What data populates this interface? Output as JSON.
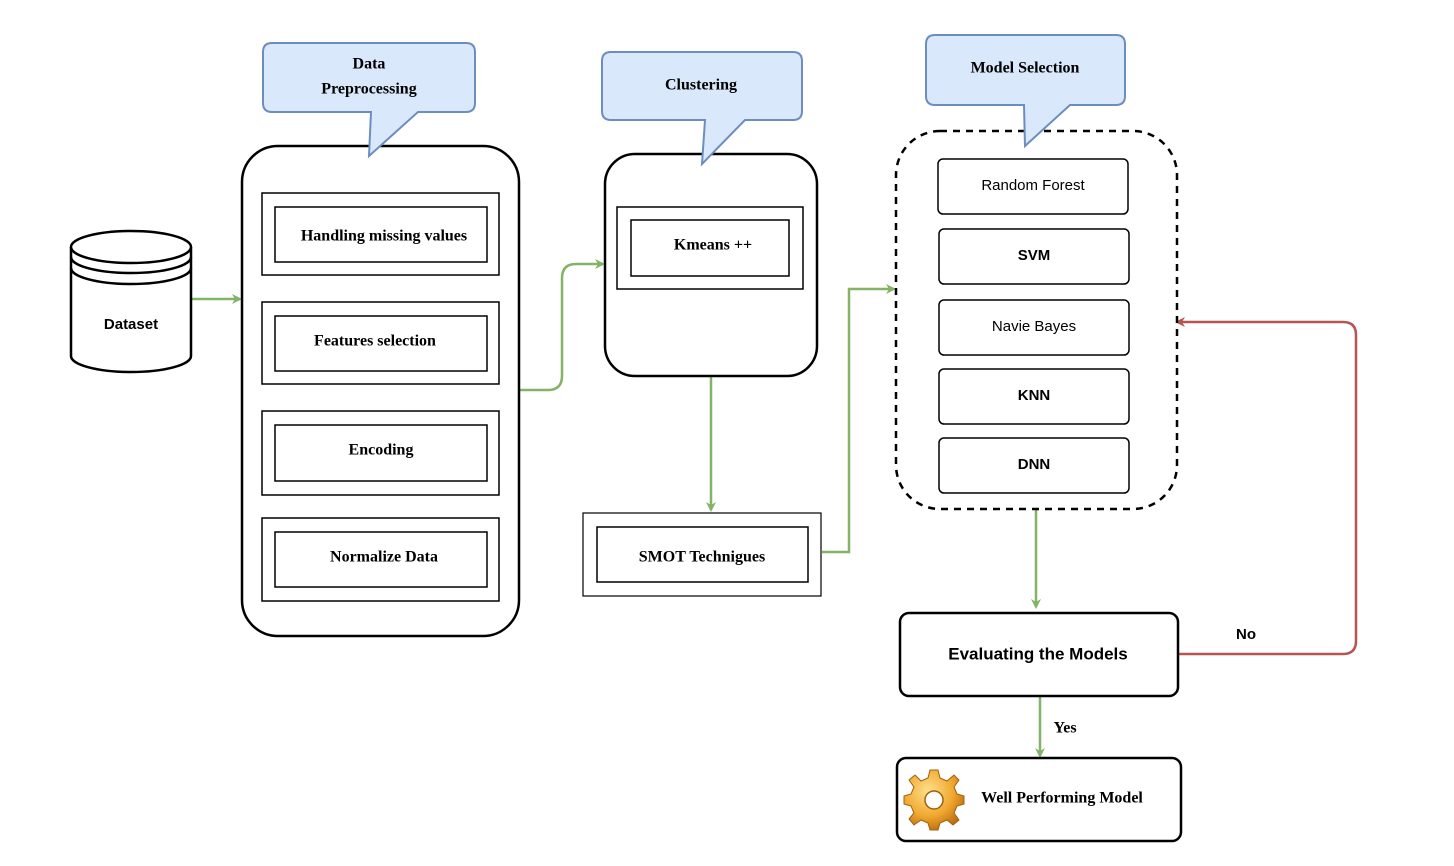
{
  "dataset": {
    "label": "Dataset"
  },
  "preprocessing": {
    "callout": [
      "Data",
      "Preprocessing"
    ],
    "steps": [
      "Handling missing values",
      "Features selection",
      "Encoding",
      "Normalize Data"
    ]
  },
  "clustering": {
    "callout": "Clustering",
    "step": "Kmeans ++"
  },
  "smote": {
    "label": "SMOT Technigues"
  },
  "model_selection": {
    "callout": "Model Selection",
    "models": [
      "Random Forest",
      "SVM",
      "Navie Bayes",
      "KNN",
      "DNN"
    ]
  },
  "evaluation": {
    "label": "Evaluating the Models",
    "no_label": "No",
    "yes_label": "Yes"
  },
  "result": {
    "label": "Well Performing Model",
    "icon": "gear-icon"
  },
  "colors": {
    "callout_fill": "#dae8fc",
    "callout_stroke": "#6c8ebf",
    "flow_arrow": "#82b366",
    "feedback_arrow": "#b85450",
    "gear": "#f0a830"
  }
}
